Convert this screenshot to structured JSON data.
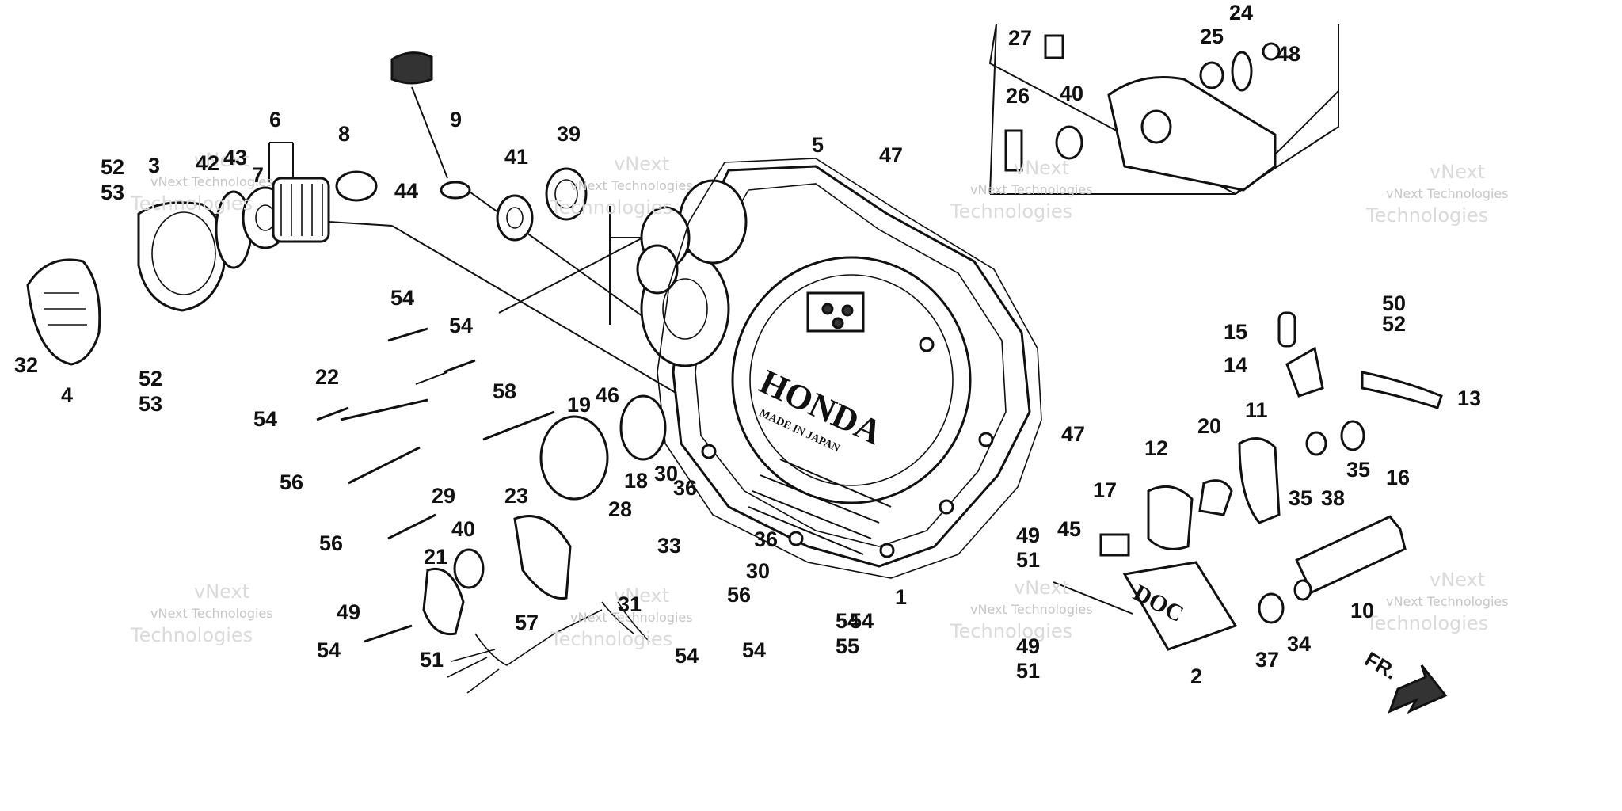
{
  "diagram": {
    "callouts": [
      "1",
      "2",
      "3",
      "4",
      "5",
      "6",
      "7",
      "8",
      "9",
      "10",
      "11",
      "12",
      "13",
      "14",
      "15",
      "16",
      "17",
      "18",
      "19",
      "20",
      "21",
      "22",
      "23",
      "24",
      "25",
      "26",
      "27",
      "28",
      "29",
      "30",
      "30",
      "31",
      "32",
      "33",
      "34",
      "35",
      "35",
      "36",
      "36",
      "37",
      "38",
      "39",
      "40",
      "40",
      "41",
      "42",
      "43",
      "44",
      "45",
      "46",
      "47",
      "47",
      "48",
      "49",
      "49",
      "49",
      "50",
      "51",
      "51",
      "51",
      "52",
      "52",
      "52",
      "53",
      "53",
      "54",
      "54",
      "54",
      "54",
      "54",
      "54",
      "54",
      "54",
      "55",
      "56",
      "56",
      "56",
      "57",
      "58"
    ],
    "cover_lettering": {
      "brand": "HONDA",
      "subtext": "MADE IN JAPAN"
    },
    "stamp": "DOC",
    "direction_label": "FR.",
    "watermark": {
      "line1": "vNext",
      "line2": "vNext Technologies",
      "line3": "Technologies"
    }
  }
}
